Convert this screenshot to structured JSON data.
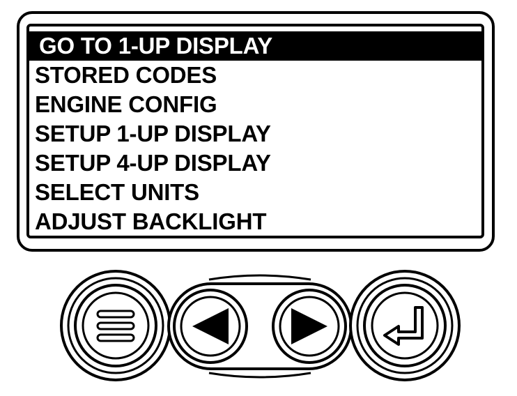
{
  "menu": {
    "items": [
      {
        "label": "GO TO 1-UP DISPLAY",
        "selected": true
      },
      {
        "label": "STORED CODES",
        "selected": false
      },
      {
        "label": "ENGINE CONFIG",
        "selected": false
      },
      {
        "label": "SETUP 1-UP DISPLAY",
        "selected": false
      },
      {
        "label": "SETUP 4-UP DISPLAY",
        "selected": false
      },
      {
        "label": "SELECT UNITS",
        "selected": false
      },
      {
        "label": "ADJUST BACKLIGHT",
        "selected": false
      }
    ]
  },
  "buttons": {
    "menu_icon": "menu-icon",
    "left_icon": "left-arrow-icon",
    "right_icon": "right-arrow-icon",
    "enter_icon": "enter-icon"
  }
}
